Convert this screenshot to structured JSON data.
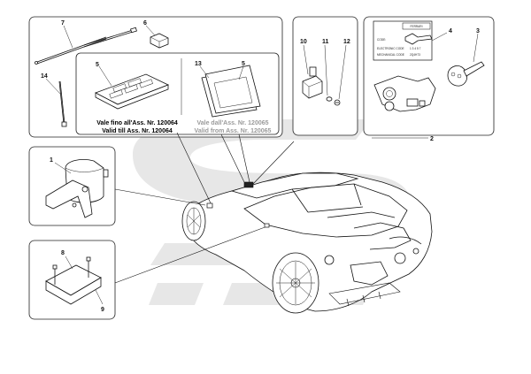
{
  "diagram": {
    "callouts": {
      "c1": "1",
      "c2": "2",
      "c3": "3",
      "c4": "4",
      "c5a": "5",
      "c5b": "5",
      "c6": "6",
      "c7": "7",
      "c8": "8",
      "c9": "9",
      "c10": "10",
      "c11": "11",
      "c12": "12",
      "c13": "13",
      "c14": "14"
    },
    "notes": {
      "vale_fino": "Vale fino all'Ass. Nr. 120064",
      "valid_till": "Valid till Ass. Nr. 120064",
      "vale_dall": "Vale dall'Ass. Nr. 120065",
      "valid_from": "Valid from Ass. Nr. 120065"
    },
    "code_card": {
      "brand": "FERRARI",
      "code_label": "CODE:",
      "electronic_code_label": "ELECTRONIC CODE",
      "electronic_code_value": "1 3 4 5 7",
      "mechanical_code_label": "MECHANICAL CODE",
      "mechanical_code_value": "2Q4H73"
    },
    "colors": {
      "watermark": "#e6e6e6",
      "line": "#111111",
      "note_grey": "#9a9a9a"
    }
  }
}
